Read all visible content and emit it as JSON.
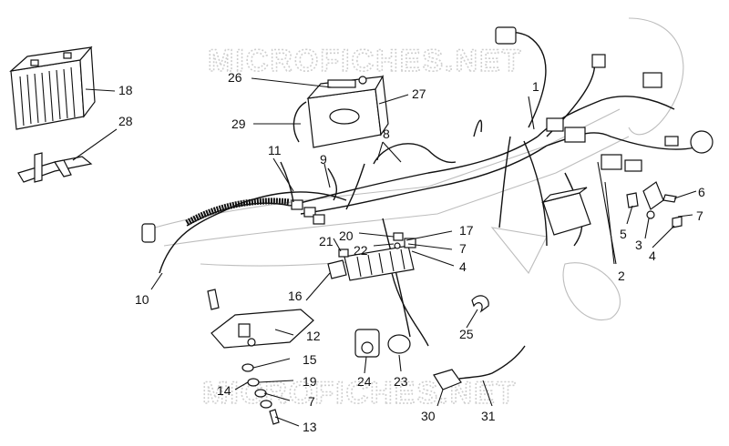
{
  "watermark": {
    "top": "MICROFICHES.NET",
    "bottom": "MICROFICHES.NET"
  },
  "callouts": {
    "c1": "1",
    "c2": "2",
    "c3": "3",
    "c4a": "4",
    "c4b": "4",
    "c5": "5",
    "c6": "6",
    "c7a": "7",
    "c7b": "7",
    "c7c": "7",
    "c8": "8",
    "c9": "9",
    "c10": "10",
    "c11": "11",
    "c12": "12",
    "c13": "13",
    "c14": "14",
    "c15": "15",
    "c16": "16",
    "c17": "17",
    "c18": "18",
    "c19": "19",
    "c20": "20",
    "c21": "21",
    "c22": "22",
    "c23": "23",
    "c24": "24",
    "c25": "25",
    "c26": "26",
    "c27": "27",
    "c28": "28",
    "c29": "29",
    "c30": "30",
    "c31": "31"
  }
}
